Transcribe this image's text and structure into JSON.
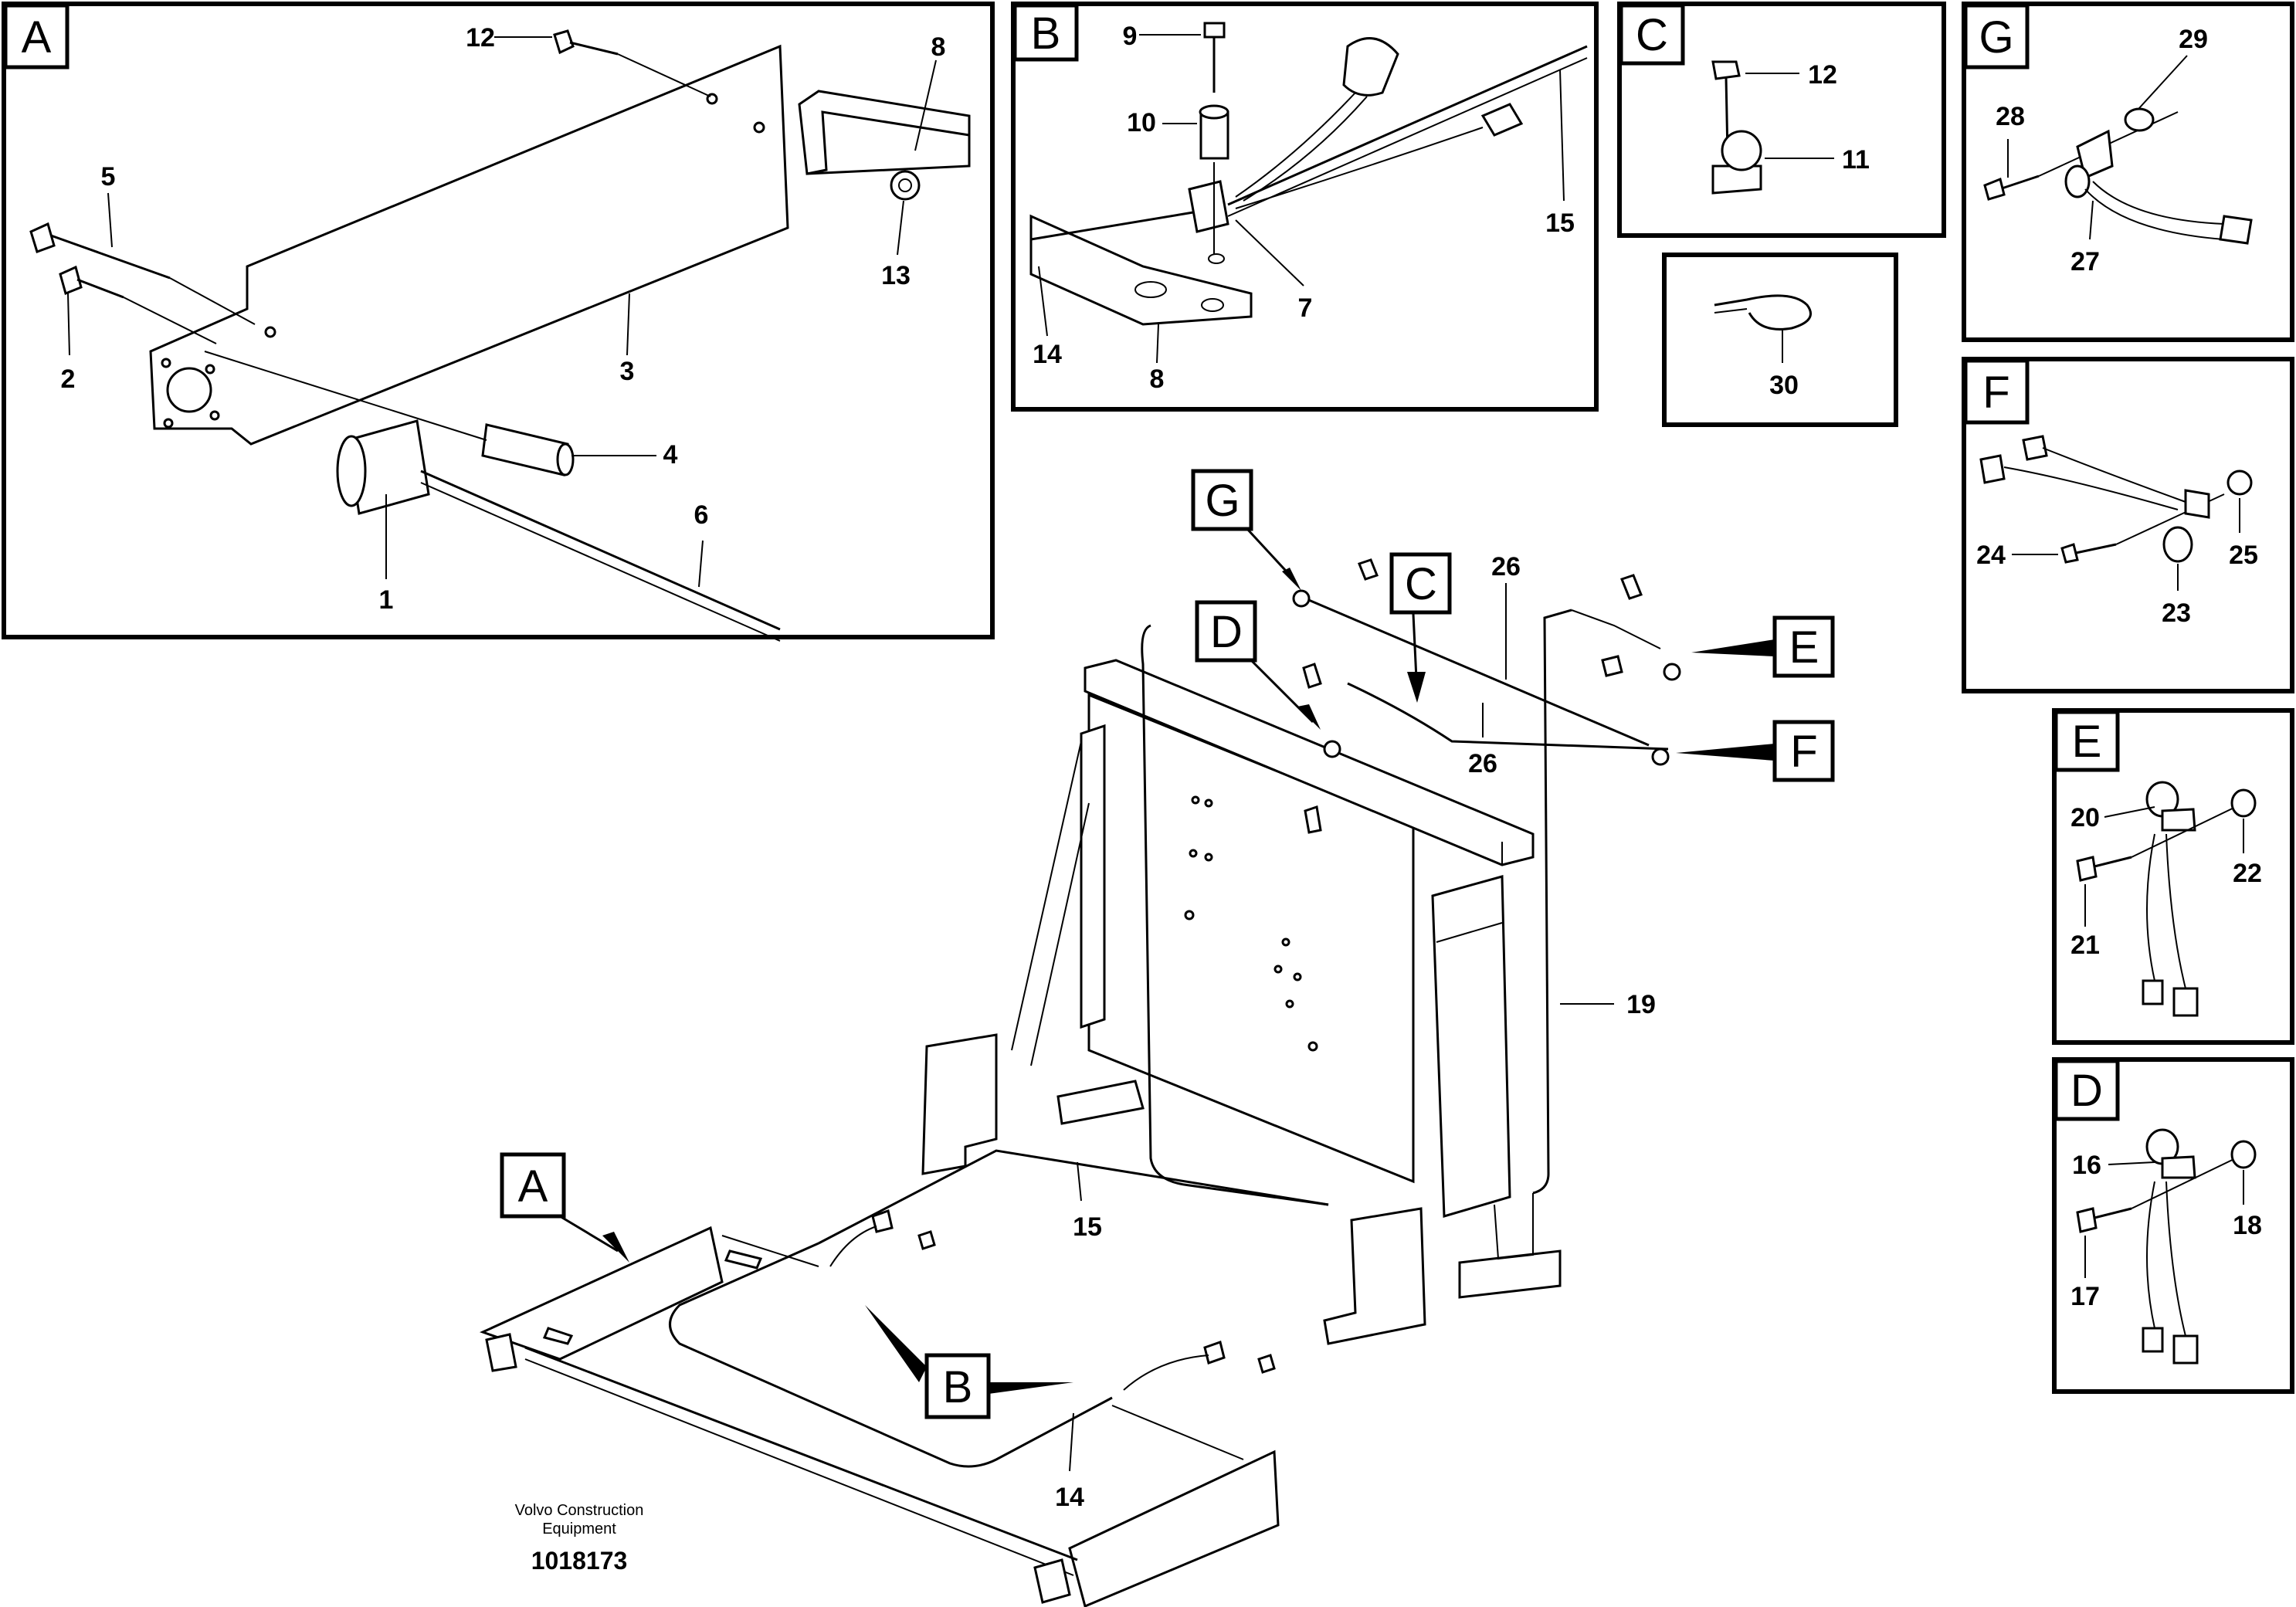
{
  "detail_views": {
    "A": {
      "title": "A",
      "callouts": {
        "p12": "12",
        "p8": "8",
        "p5": "5",
        "p13": "13",
        "p2": "2",
        "p3": "3",
        "p4": "4",
        "p6": "6",
        "p1": "1"
      }
    },
    "B": {
      "title": "B",
      "callouts": {
        "p9": "9",
        "p10": "10",
        "p15": "15",
        "p7": "7",
        "p14": "14",
        "p8": "8"
      }
    },
    "C": {
      "title": "C",
      "callouts": {
        "p12": "12",
        "p11": "11"
      }
    },
    "tie": {
      "callouts": {
        "p30": "30"
      }
    },
    "G": {
      "title": "G",
      "callouts": {
        "p29": "29",
        "p28": "28",
        "p27": "27"
      }
    },
    "F": {
      "title": "F",
      "callouts": {
        "p24": "24",
        "p25": "25",
        "p23": "23"
      }
    },
    "E": {
      "title": "E",
      "callouts": {
        "p20": "20",
        "p22": "22",
        "p21": "21"
      }
    },
    "D": {
      "title": "D",
      "callouts": {
        "p16": "16",
        "p18": "18",
        "p17": "17"
      }
    }
  },
  "main_view": {
    "markers": {
      "G": "G",
      "C": "C",
      "D": "D",
      "E": "E",
      "F": "F",
      "A": "A",
      "B": "B"
    },
    "callouts": {
      "p26a": "26",
      "p26b": "26",
      "p19": "19",
      "p15": "15",
      "p14": "14"
    }
  },
  "footer": {
    "company_line1": "Volvo Construction",
    "company_line2": "Equipment",
    "document_number": "1018173"
  }
}
